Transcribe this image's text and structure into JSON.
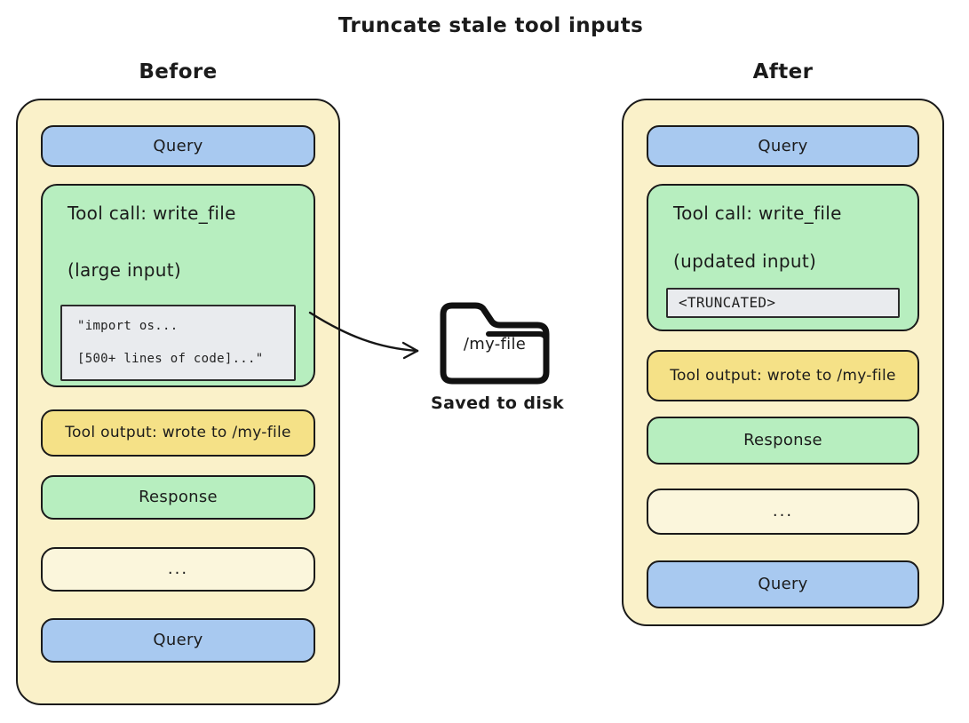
{
  "title": "Truncate stale tool inputs",
  "colors": {
    "canvas-bg": "#ffffff",
    "panel-bg": "#faf1c9",
    "query-blue": "#a8c9f0",
    "tool-green": "#b7eebf",
    "output-yellow": "#f5e187",
    "ellipsis-cream": "#fbf6dc",
    "code-gray": "#e9ebee",
    "stroke-dark": "#1a1a1a",
    "text-dark": "#1b1b1b"
  },
  "before": {
    "label": "Before",
    "items": [
      {
        "label": "Query"
      },
      {
        "title": "Tool call: write_file",
        "subtitle": "(large input)",
        "code_lines": [
          "\"import os...",
          "[500+ lines of code]...\""
        ]
      },
      {
        "label": "Tool output: wrote to /my-file"
      },
      {
        "label": "Response"
      },
      {
        "label": "..."
      },
      {
        "label": "Query"
      }
    ]
  },
  "after": {
    "label": "After",
    "items": [
      {
        "label": "Query"
      },
      {
        "title": "Tool call: write_file",
        "subtitle": "(updated input)",
        "code_lines": [
          "<TRUNCATED>"
        ]
      },
      {
        "label": "Tool output: wrote to /my-file"
      },
      {
        "label": "Response"
      },
      {
        "label": "..."
      },
      {
        "label": "Query"
      }
    ]
  },
  "disk": {
    "file_label": "/my-file",
    "caption": "Saved to disk"
  }
}
